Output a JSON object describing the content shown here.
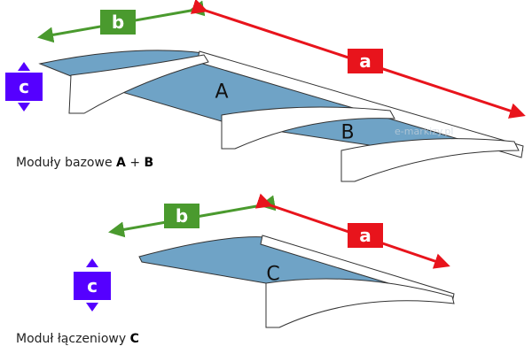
{
  "labels": {
    "a": "a",
    "b": "b",
    "c": "c"
  },
  "panels": {
    "A": "A",
    "B": "B",
    "C": "C"
  },
  "captions": {
    "base_text": "Moduły bazowe",
    "base_bold_1": "A",
    "base_plus": "+",
    "base_bold_2": "B",
    "connector_text": "Moduł łączeniowy",
    "connector_bold": "C"
  },
  "watermark": "e-markizy.pl",
  "colors": {
    "a_arrow": "#e8141c",
    "b_arrow": "#4a9a2e",
    "c_arrow": "#5500ff",
    "panel": "#6fa3c6",
    "frame": "#ffffff",
    "outline": "#333333"
  }
}
